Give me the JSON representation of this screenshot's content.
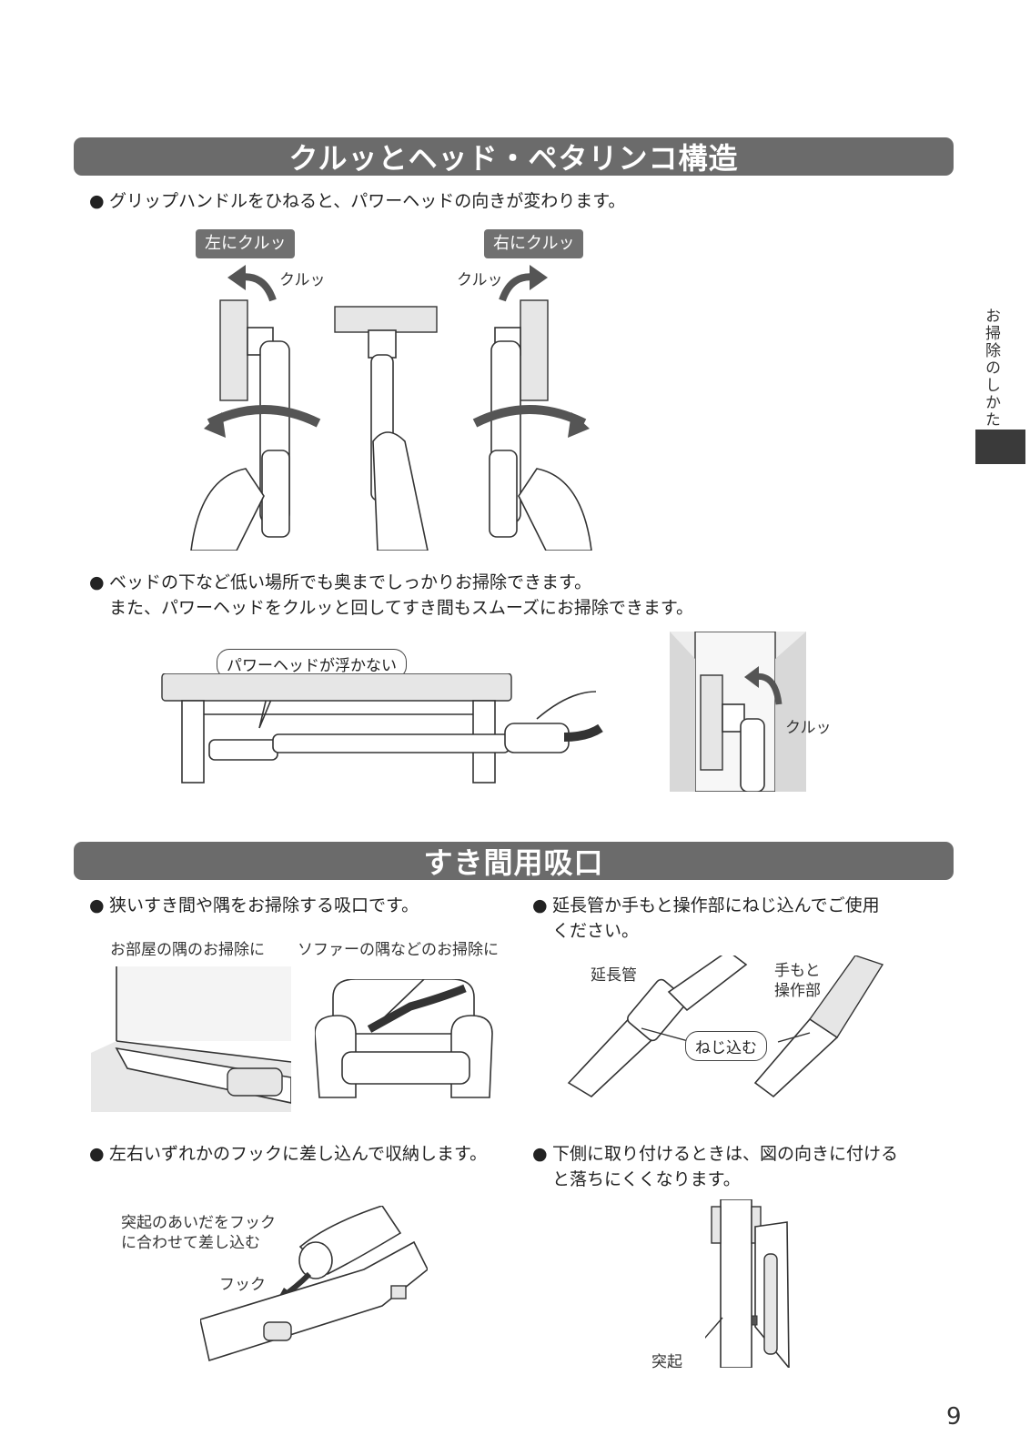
{
  "sections": {
    "kurutto": {
      "title": "クルッとヘッド・ペタリンコ構造",
      "bullet1": "グリップハンドルをひねると、パワーヘッドの向きが変わります。",
      "tag_left": "左にクルッ",
      "tag_right": "右にクルッ",
      "arrow_left_label": "クルッ",
      "arrow_right_label": "クルッ",
      "bullet2_line1": "ベッドの下など低い場所でも奥までしっかりお掃除できます。",
      "bullet2_line2": "また、パワーヘッドをクルッと回してすき間もスムーズにお掃除できます。",
      "callout": "パワーヘッドが浮かない",
      "corner_label": "クルッ"
    },
    "sukima": {
      "title": "すき間用吸口",
      "bullet1": "狭いすき間や隅をお掃除する吸口です。",
      "caption_room": "お部屋の隅のお掃除に",
      "caption_sofa": "ソファーの隅などのお掃除に",
      "bullet2_line1": "延長管か手もと操作部にねじ込んでご使用",
      "bullet2_line2": "ください。",
      "label_pipe": "延長管",
      "label_hand_line1": "手もと",
      "label_hand_line2": "操作部",
      "label_screw": "ねじ込む",
      "bullet3": "左右いずれかのフックに差し込んで収納します。",
      "hook_note_line1": "突起のあいだをフック",
      "hook_note_line2": "に合わせて差し込む",
      "label_hook": "フック",
      "bullet4_line1": "下側に取り付けるときは、図の向きに付ける",
      "bullet4_line2": "と落ちにくくなります。",
      "label_protrusion": "突起"
    }
  },
  "bullet_glyph": "●",
  "side_tab": "お掃除のしかた",
  "page_number": "9"
}
